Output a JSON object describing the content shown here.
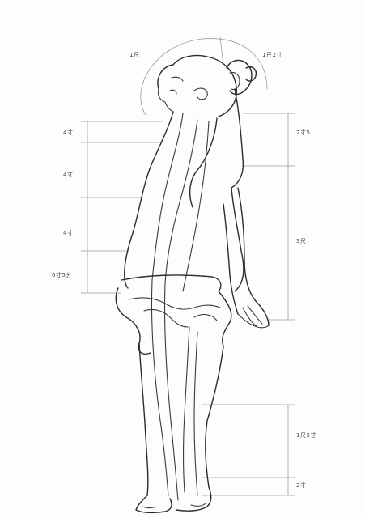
{
  "image": {
    "background": "#fdfdfb",
    "ink_color": "#2b2b2b"
  },
  "labels": {
    "head_left": "1尺",
    "head_right": "1尺2寸",
    "left_1": "4寸",
    "left_2": "4寸",
    "left_3": "4寸",
    "left_4": "6寸5分",
    "right_1": "2寸5",
    "right_2": "3尺",
    "right_3": "1尺5寸",
    "right_4": "2寸"
  }
}
